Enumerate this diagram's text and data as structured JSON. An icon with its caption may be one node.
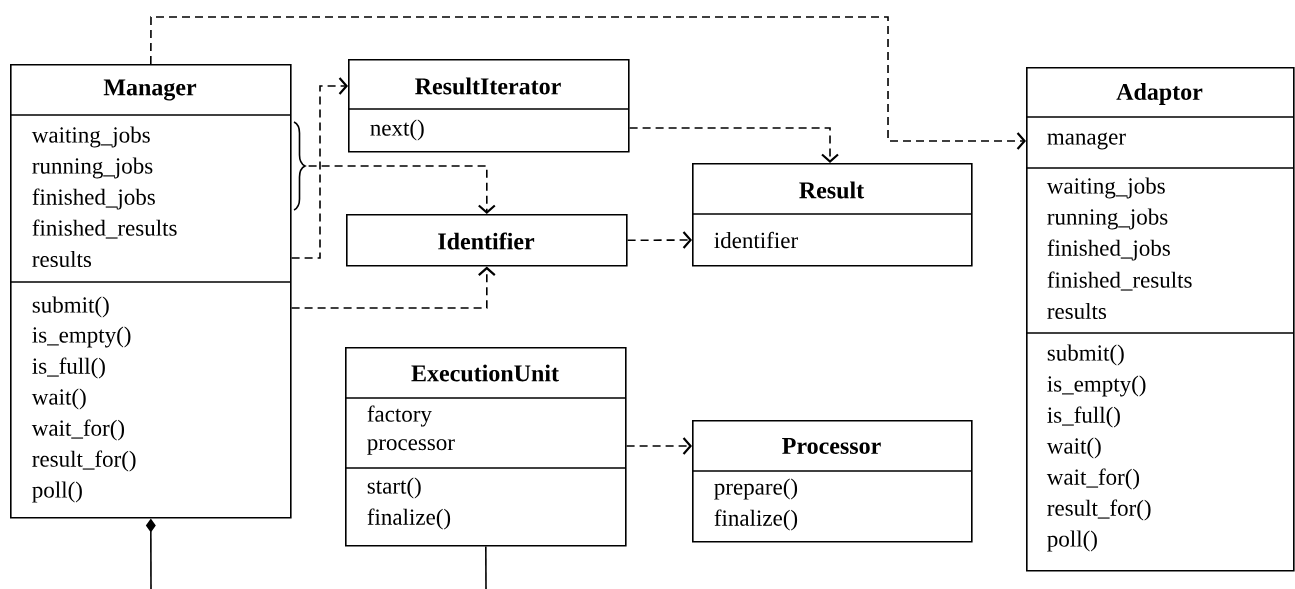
{
  "diagram": {
    "nodes": [
      {
        "text": [
          "Manager",
          "waiting_jobs",
          "running_jobs",
          "finished_jobs",
          "finished_results",
          "results",
          "submit()",
          "is_empty()",
          "is_full()",
          "wait()",
          "wait_for()",
          "result_for()",
          "poll()"
        ]
      },
      {
        "text": [
          "ResultIterator",
          "next()"
        ]
      },
      {
        "text": [
          "Identifier"
        ]
      },
      {
        "text": [
          "Result",
          "identifier"
        ]
      },
      {
        "text": [
          "Adaptor",
          "manager",
          "waiting_jobs",
          "running_jobs",
          "finished_jobs",
          "finished_results",
          "results",
          "submit()",
          "is_empty()",
          "is_full()",
          "wait()",
          "wait_for()",
          "result_for()",
          "poll()"
        ]
      },
      {
        "text": [
          "ExecutionUnit",
          "factory",
          "processor",
          "start()",
          "finalize()"
        ]
      },
      {
        "text": [
          "Processor",
          "prepare()",
          "finalize()"
        ]
      }
    ],
    "edges": [
      {
        "from": 0,
        "to": 4,
        "arrow": "to",
        "style": "dashed"
      },
      {
        "from": 0,
        "to": 1,
        "arrow": "to",
        "style": "dashed"
      },
      {
        "from": 0,
        "to": 2,
        "arrow": "to",
        "style": "dashed"
      },
      {
        "from": 0,
        "to": 2,
        "arrow": "to",
        "style": "dashed"
      },
      {
        "from": 1,
        "to": 3,
        "arrow": "to",
        "style": "dashed"
      },
      {
        "from": 2,
        "to": 3,
        "arrow": "to",
        "style": "dashed"
      },
      {
        "from": 5,
        "to": 6,
        "arrow": "to",
        "style": "dashed"
      },
      {
        "from": 0,
        "to": null,
        "arrow": "other"
      },
      {
        "from": 5,
        "to": null,
        "arrow": "none"
      }
    ]
  }
}
